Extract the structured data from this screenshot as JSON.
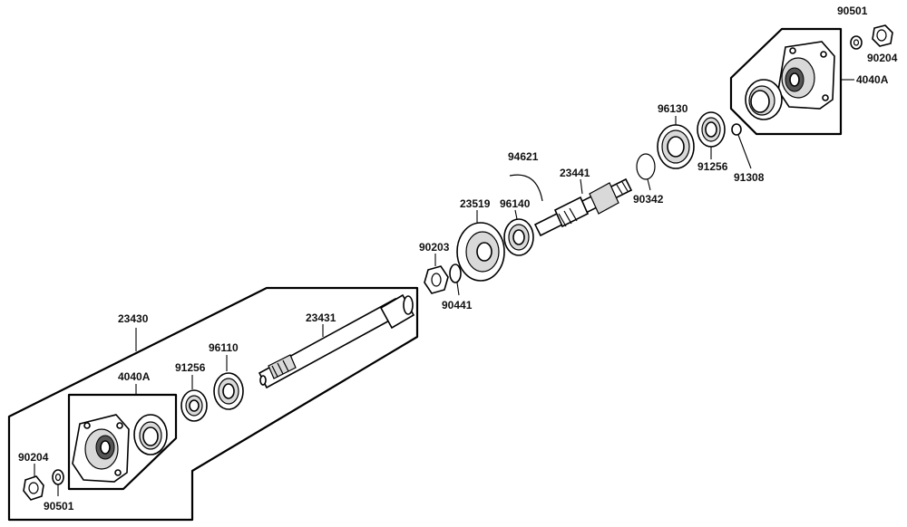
{
  "diagram": {
    "labels": {
      "l90501_top": "90501",
      "l90204_top": "90204",
      "l4040A_top": "4040A",
      "l96130": "96130",
      "l91256_top": "91256",
      "l91308": "91308",
      "l90342": "90342",
      "l94621": "94621",
      "l23441": "23441",
      "l23519": "23519",
      "l96140": "96140",
      "l90203": "90203",
      "l90441": "90441",
      "l23430": "23430",
      "l23431": "23431",
      "l96110": "96110",
      "l91256_bot": "91256",
      "l4040A_bot": "4040A",
      "l90204_bot": "90204",
      "l90501_bot": "90501"
    }
  }
}
